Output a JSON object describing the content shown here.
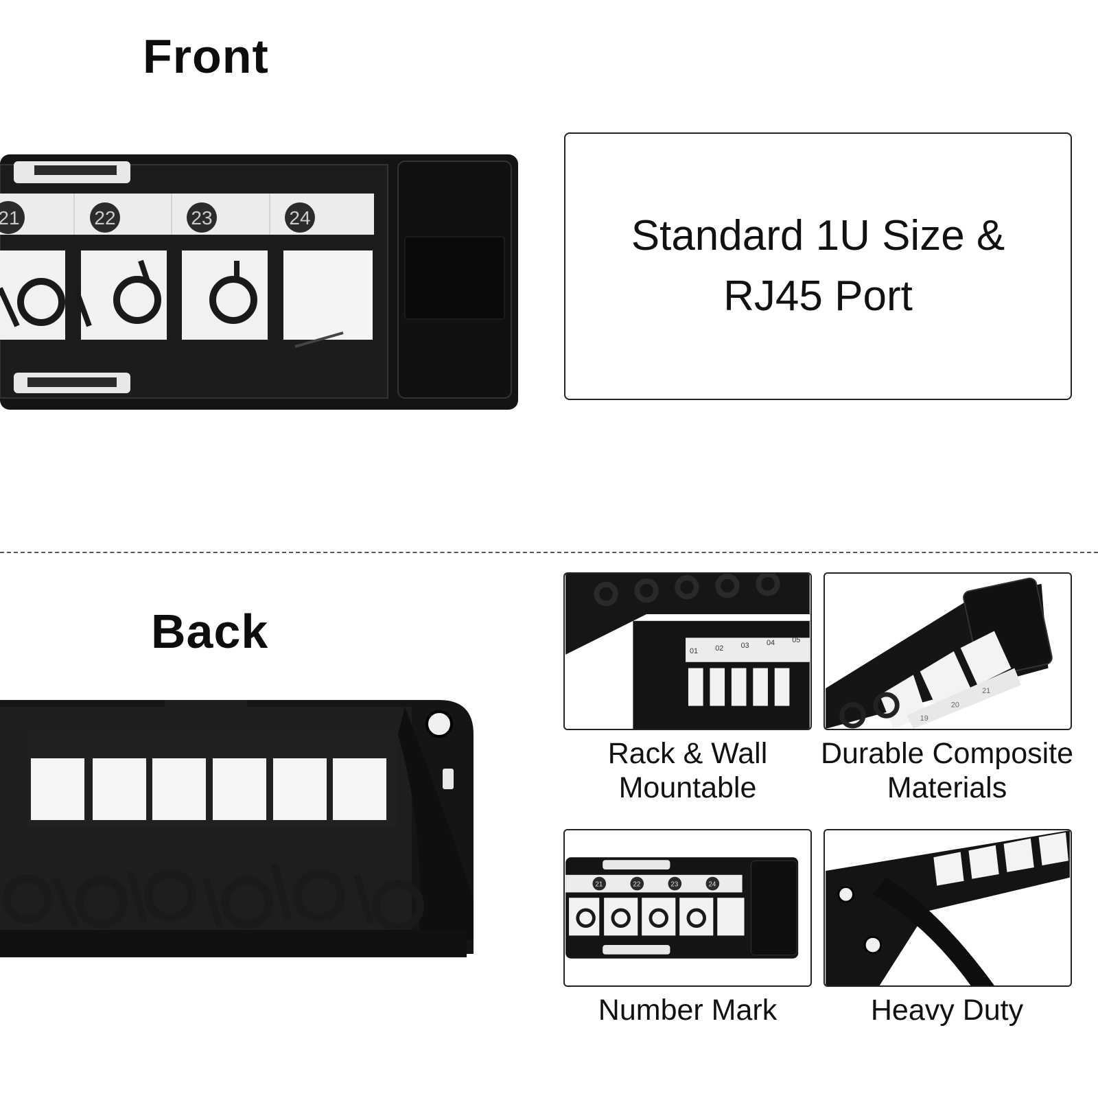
{
  "front_title": "Front",
  "back_title": "Back",
  "callout": {
    "line1": "Standard 1U Size &",
    "line2": "RJ45 Port"
  },
  "front_port_numbers": [
    "21",
    "22",
    "23",
    "24"
  ],
  "features": [
    {
      "line1": "Rack & Wall",
      "line2": "Mountable"
    },
    {
      "line1": "Durable Composite",
      "line2": "Materials"
    },
    {
      "line1": "Number Mark",
      "line2": ""
    },
    {
      "line1": "Heavy Duty",
      "line2": ""
    }
  ],
  "thumb_labels": {
    "rack": [
      "01",
      "02",
      "03",
      "04",
      "05"
    ],
    "durable": [
      "19",
      "20",
      "21"
    ],
    "number": [
      "21",
      "22",
      "23",
      "24"
    ]
  },
  "colors": {
    "panel": "#121212",
    "panel_edge": "#2a2a2a",
    "label_strip": "#e9e9e9",
    "badge": "#2b2b2b"
  }
}
